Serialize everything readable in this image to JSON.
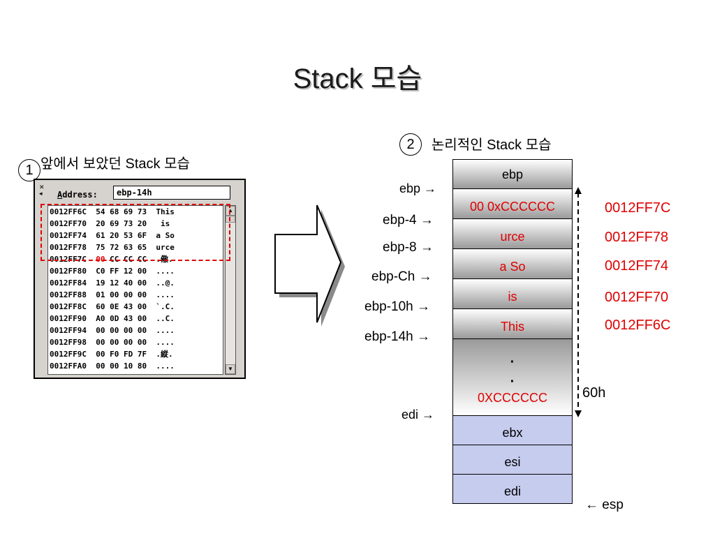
{
  "title": "Stack 모습",
  "left_panel": {
    "number": "1",
    "label": "앞에서 보았던 Stack 모습",
    "address_label": "Address:",
    "address_value": "ebp-14h",
    "rows": [
      {
        "addr": "0012FF6C",
        "bytes": "54 68 69 73",
        "ascii": "This"
      },
      {
        "addr": "0012FF70",
        "bytes": "20 69 73 20",
        "ascii": " is "
      },
      {
        "addr": "0012FF74",
        "bytes": "61 20 53 6F",
        "ascii": "a So"
      },
      {
        "addr": "0012FF78",
        "bytes": "75 72 63 65",
        "ascii": "urce"
      },
      {
        "addr": "0012FF7C",
        "bytes_red": "00",
        "bytes": " CC CC CC",
        "ascii": ".儆."
      },
      {
        "addr": "0012FF80",
        "bytes": "C0 FF 12 00",
        "ascii": "...."
      },
      {
        "addr": "0012FF84",
        "bytes": "19 12 40 00",
        "ascii": "..@."
      },
      {
        "addr": "0012FF88",
        "bytes": "01 00 00 00",
        "ascii": "...."
      },
      {
        "addr": "0012FF8C",
        "bytes": "60 0E 43 00",
        "ascii": "`.C."
      },
      {
        "addr": "0012FF90",
        "bytes": "A0 0D 43 00",
        "ascii": "..C."
      },
      {
        "addr": "0012FF94",
        "bytes": "00 00 00 00",
        "ascii": "...."
      },
      {
        "addr": "0012FF98",
        "bytes": "00 00 00 00",
        "ascii": "...."
      },
      {
        "addr": "0012FF9C",
        "bytes": "00 F0 FD 7F",
        "ascii": ".縱."
      },
      {
        "addr": "0012FFA0",
        "bytes": "00 00 10 80",
        "ascii": "...."
      }
    ]
  },
  "right_panel": {
    "number": "2",
    "label": "논리적인 Stack 모습",
    "cells": [
      {
        "text": "ebp"
      },
      {
        "text": "00 0xCCCCCC"
      },
      {
        "text": "urce"
      },
      {
        "text": "a So"
      },
      {
        "text": "is"
      },
      {
        "text": "This"
      },
      {
        "dot1": "·",
        "dot2": "·",
        "text": "0XCCCCCC"
      },
      {
        "text": "ebx"
      },
      {
        "text": "esi"
      },
      {
        "text": "edi"
      }
    ],
    "pointers": {
      "ebp": "ebp",
      "ebp_4": "ebp-4",
      "ebp_8": "ebp-8",
      "ebp_ch": "ebp-Ch",
      "ebp_10h": "ebp-10h",
      "ebp_14h": "ebp-14h",
      "edi": "edi",
      "esp": "esp"
    },
    "addresses": [
      "0012FF7C",
      "0012FF78",
      "0012FF74",
      "0012FF70",
      "0012FF6C"
    ],
    "size_label": "60h"
  }
}
